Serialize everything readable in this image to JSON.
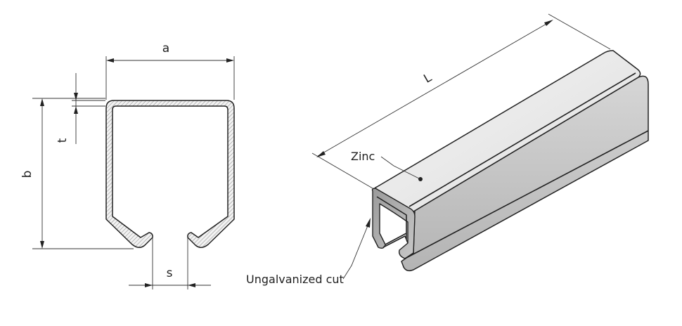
{
  "cross_section": {
    "dim_a": "a",
    "dim_b": "b",
    "dim_t": "t",
    "dim_s": "s"
  },
  "profile_3d": {
    "dim_L": "L",
    "callout_zinc": "Zinc",
    "callout_cut": "Ungalvanized cut"
  },
  "colors": {
    "line": "#222222",
    "hatch": "#888888",
    "top_face": "#e9e9e9",
    "side_face": "#c4c4c4",
    "inner_face": "#a9a9a9"
  }
}
